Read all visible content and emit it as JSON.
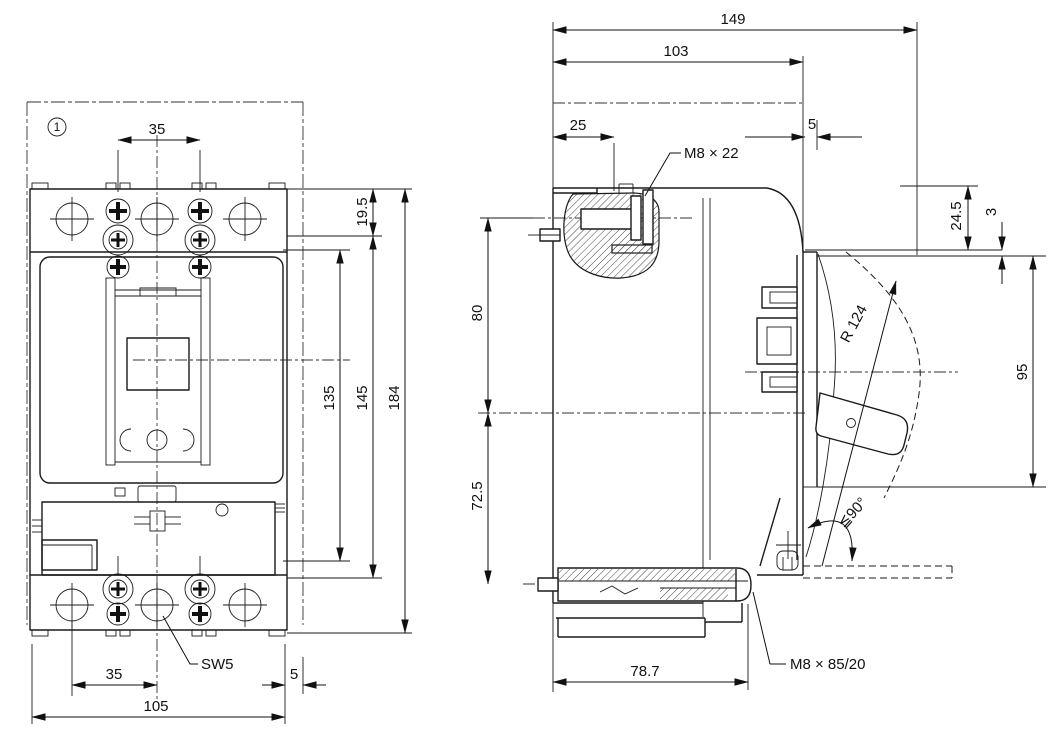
{
  "drawing": {
    "front": {
      "note": "1",
      "d35_top": "35",
      "d19_5": "19.5",
      "d135": "135",
      "d145": "145",
      "d184": "184",
      "d35_bottom": "35",
      "d105": "105",
      "d5": "5",
      "sw5": "SW5"
    },
    "side": {
      "d149": "149",
      "d103": "103",
      "d25": "25",
      "d5": "5",
      "m8x22": "M8 × 22",
      "d24_5": "24.5",
      "d3": "3",
      "d95": "95",
      "d80": "80",
      "d72_5": "72.5",
      "r124": "R 124",
      "angle_max": "≦90°",
      "d78_7": "78.7",
      "m8x85": "M8 × 85/20"
    }
  }
}
